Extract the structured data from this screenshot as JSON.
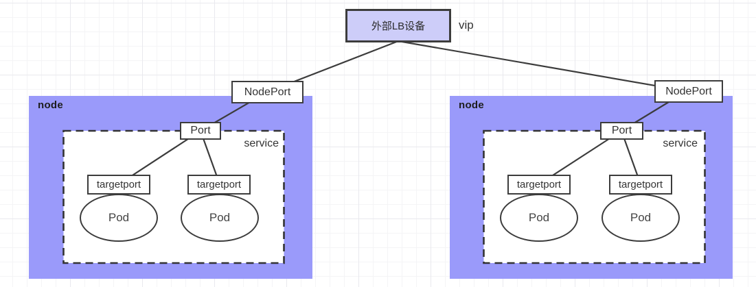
{
  "diagram": {
    "title_hint": "kubernetes nodeport / loadbalancer service diagram",
    "lb": {
      "label": "外部LB设备"
    },
    "vip_label": "vip",
    "nodes": [
      {
        "label": "node",
        "nodeport_label": "NodePort",
        "port_label": "Port",
        "service_label": "service",
        "targetports": [
          "targetport",
          "targetport"
        ],
        "pods": [
          "Pod",
          "Pod"
        ]
      },
      {
        "label": "node",
        "nodeport_label": "NodePort",
        "port_label": "Port",
        "service_label": "service",
        "targetports": [
          "targetport",
          "targetport"
        ],
        "pods": [
          "Pod",
          "Pod"
        ]
      }
    ],
    "colors": {
      "node_fill": "#9a9afa",
      "lb_fill": "#cdcdf9",
      "shape_fill": "#ffffff",
      "stroke": "#3c3c3c",
      "text": "#333333"
    }
  }
}
